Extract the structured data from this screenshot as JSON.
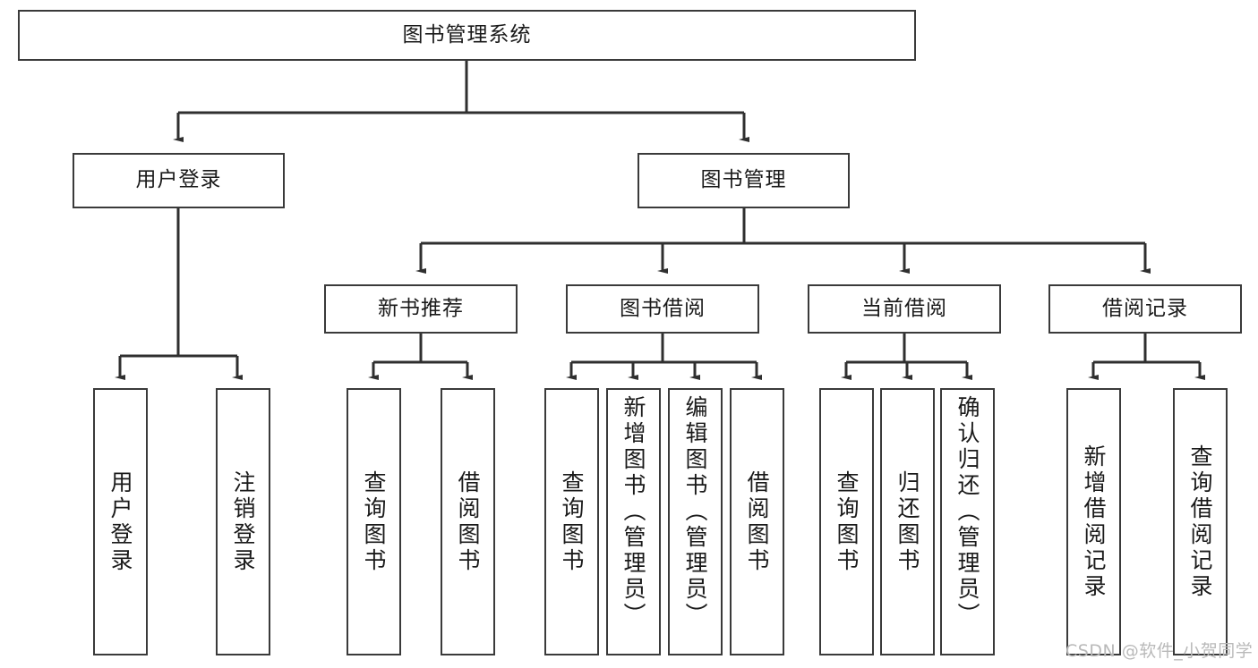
{
  "diagram": {
    "title": "图书管理系统",
    "type": "tree-hierarchy",
    "root": {
      "label": "图书管理系统"
    },
    "level2": [
      {
        "label": "用户登录"
      },
      {
        "label": "图书管理"
      }
    ],
    "level3": [
      {
        "label": "新书推荐"
      },
      {
        "label": "图书借阅"
      },
      {
        "label": "当前借阅"
      },
      {
        "label": "借阅记录"
      }
    ],
    "leaves": {
      "user_login": [
        {
          "label": "用户登录"
        },
        {
          "label": "注销登录"
        }
      ],
      "new_book_recommend": [
        {
          "label": "查询图书"
        },
        {
          "label": "借阅图书"
        }
      ],
      "book_borrow": [
        {
          "label": "查询图书"
        },
        {
          "label": "新增图书（管理员）"
        },
        {
          "label": "编辑图书（管理员）"
        },
        {
          "label": "借阅图书"
        }
      ],
      "current_borrow": [
        {
          "label": "查询图书"
        },
        {
          "label": "归还图书"
        },
        {
          "label": "确认归还（管理员）"
        }
      ],
      "borrow_record": [
        {
          "label": "新增借阅记录"
        },
        {
          "label": "查询借阅记录"
        }
      ]
    }
  },
  "watermark": {
    "text": "CSDN @软件_小贺同学"
  },
  "colors": {
    "border": "#3a3a3a",
    "text": "#1a1a1a",
    "background": "#ffffff",
    "watermark": "#b9b9b9"
  }
}
